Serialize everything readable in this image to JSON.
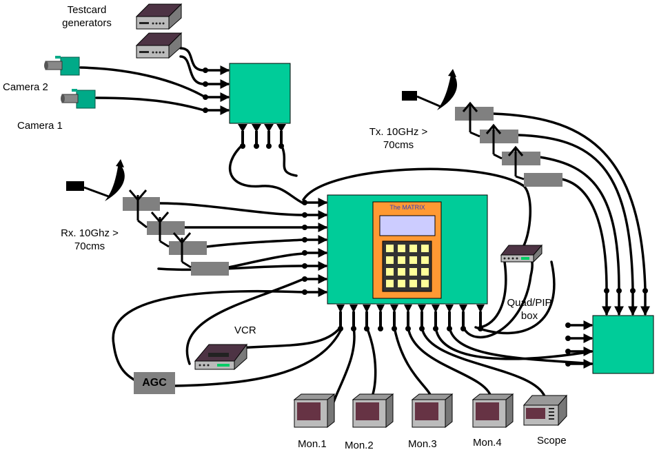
{
  "labels": {
    "testcard": "Testcard\ngenerators",
    "camera2": "Camera 2",
    "camera1": "Camera 1",
    "tx": "Tx. 10GHz >\n70cms",
    "rx": "Rx. 10Ghz >\n70cms",
    "matrix": "The MATRIX",
    "quad": "Quad/PIP\nbox",
    "vcr": "VCR",
    "agc": "AGC",
    "mon1": "Mon.1",
    "mon2": "Mon.2",
    "mon3": "Mon.3",
    "mon4": "Mon.4",
    "scope": "Scope"
  },
  "colors": {
    "switcher": "#00cc99",
    "matrix_panel": "#ff9933",
    "screen": "#ccccff",
    "key": "#ffff99",
    "module": "#808080",
    "device_top": "#4d3344",
    "monitor_screen": "#663344"
  }
}
